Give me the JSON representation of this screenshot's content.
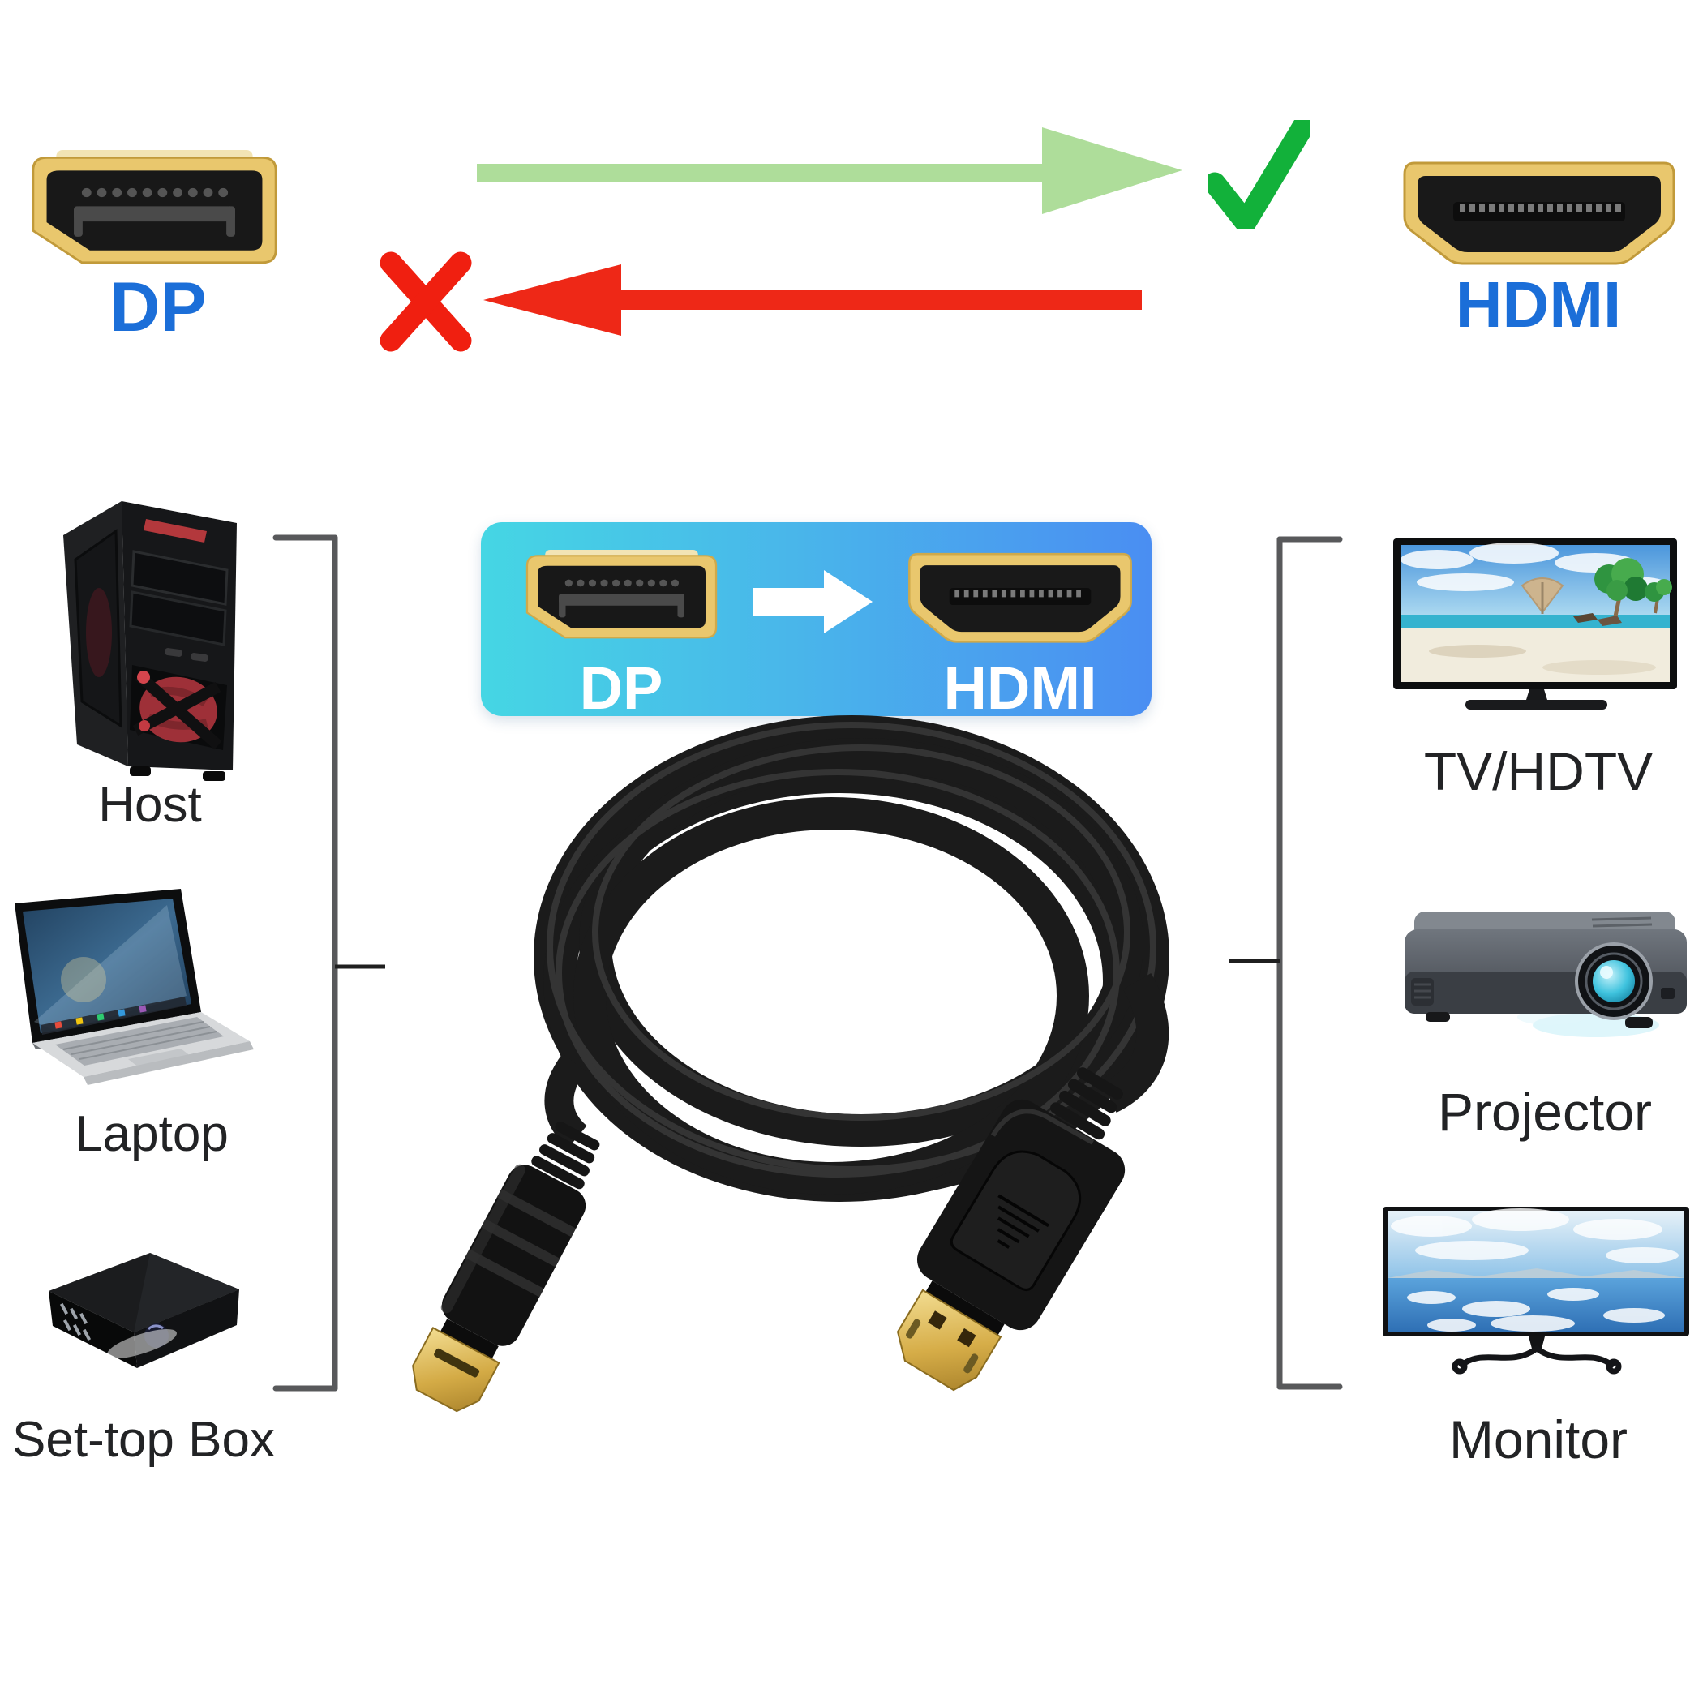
{
  "page": {
    "background": "#ffffff"
  },
  "top_section": {
    "dp_port_label": "DP",
    "hdmi_port_label": "HDMI",
    "label_color": "#1b6ed8",
    "correct_direction": {
      "from": "DP",
      "to": "HDMI",
      "arrow_color": "#aedd9a",
      "check_color": "#12b13a"
    },
    "wrong_direction": {
      "from": "HDMI",
      "to": "DP",
      "arrow_color": "#ee2817",
      "x_color": "#f01f10"
    }
  },
  "banner": {
    "dp_label": "DP",
    "hdmi_label": "HDMI",
    "text_color": "#ffffff",
    "gradient_left": "#45d6e4",
    "gradient_right": "#4a8ef2"
  },
  "cable": {
    "icon": "dp-to-hdmi-cable-coiled"
  },
  "source_devices": {
    "items": [
      {
        "label": "Host",
        "icon": "desktop-tower"
      },
      {
        "label": "Laptop",
        "icon": "laptop"
      },
      {
        "label": "Set-top Box",
        "icon": "set-top-box"
      }
    ]
  },
  "display_devices": {
    "items": [
      {
        "label": "TV/HDTV",
        "icon": "television"
      },
      {
        "label": "Projector",
        "icon": "projector"
      },
      {
        "label": "Monitor",
        "icon": "monitor"
      }
    ]
  }
}
